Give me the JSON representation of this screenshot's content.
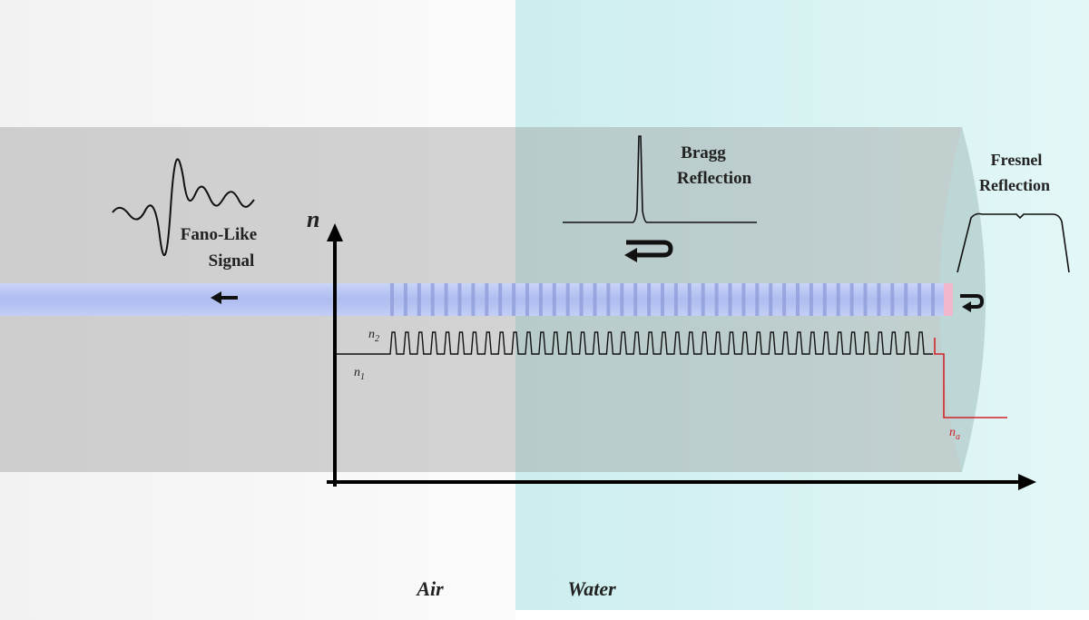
{
  "labels": {
    "fano_line1": "Fano-Like",
    "fano_line2": "Signal",
    "bragg_line1": "Bragg",
    "bragg_line2": "Reflection",
    "fresnel_line1": "Fresnel",
    "fresnel_line2": "Reflection",
    "axis_n": "n",
    "n2": "n",
    "n2_sub": "2",
    "n1": "n",
    "n1_sub": "1",
    "na": "n",
    "na_sub": "a",
    "medium_air": "Air",
    "medium_water": "Water"
  },
  "colors": {
    "water_bg": "#d6f3f3",
    "air_bg": "#f4f4f4",
    "cladding": "#c8c8c8",
    "core": "#b7c5f0",
    "grating": "#a9b6e6",
    "tip": "#f2b7cc",
    "profile_line": "#111111",
    "analyte_line": "#d0242a",
    "axis": "#000000"
  },
  "icons": {
    "propagation_arrow": "arrow-left-icon",
    "reflection_arrows": "return-arrow-icon"
  },
  "grating": {
    "period_count": 41
  }
}
